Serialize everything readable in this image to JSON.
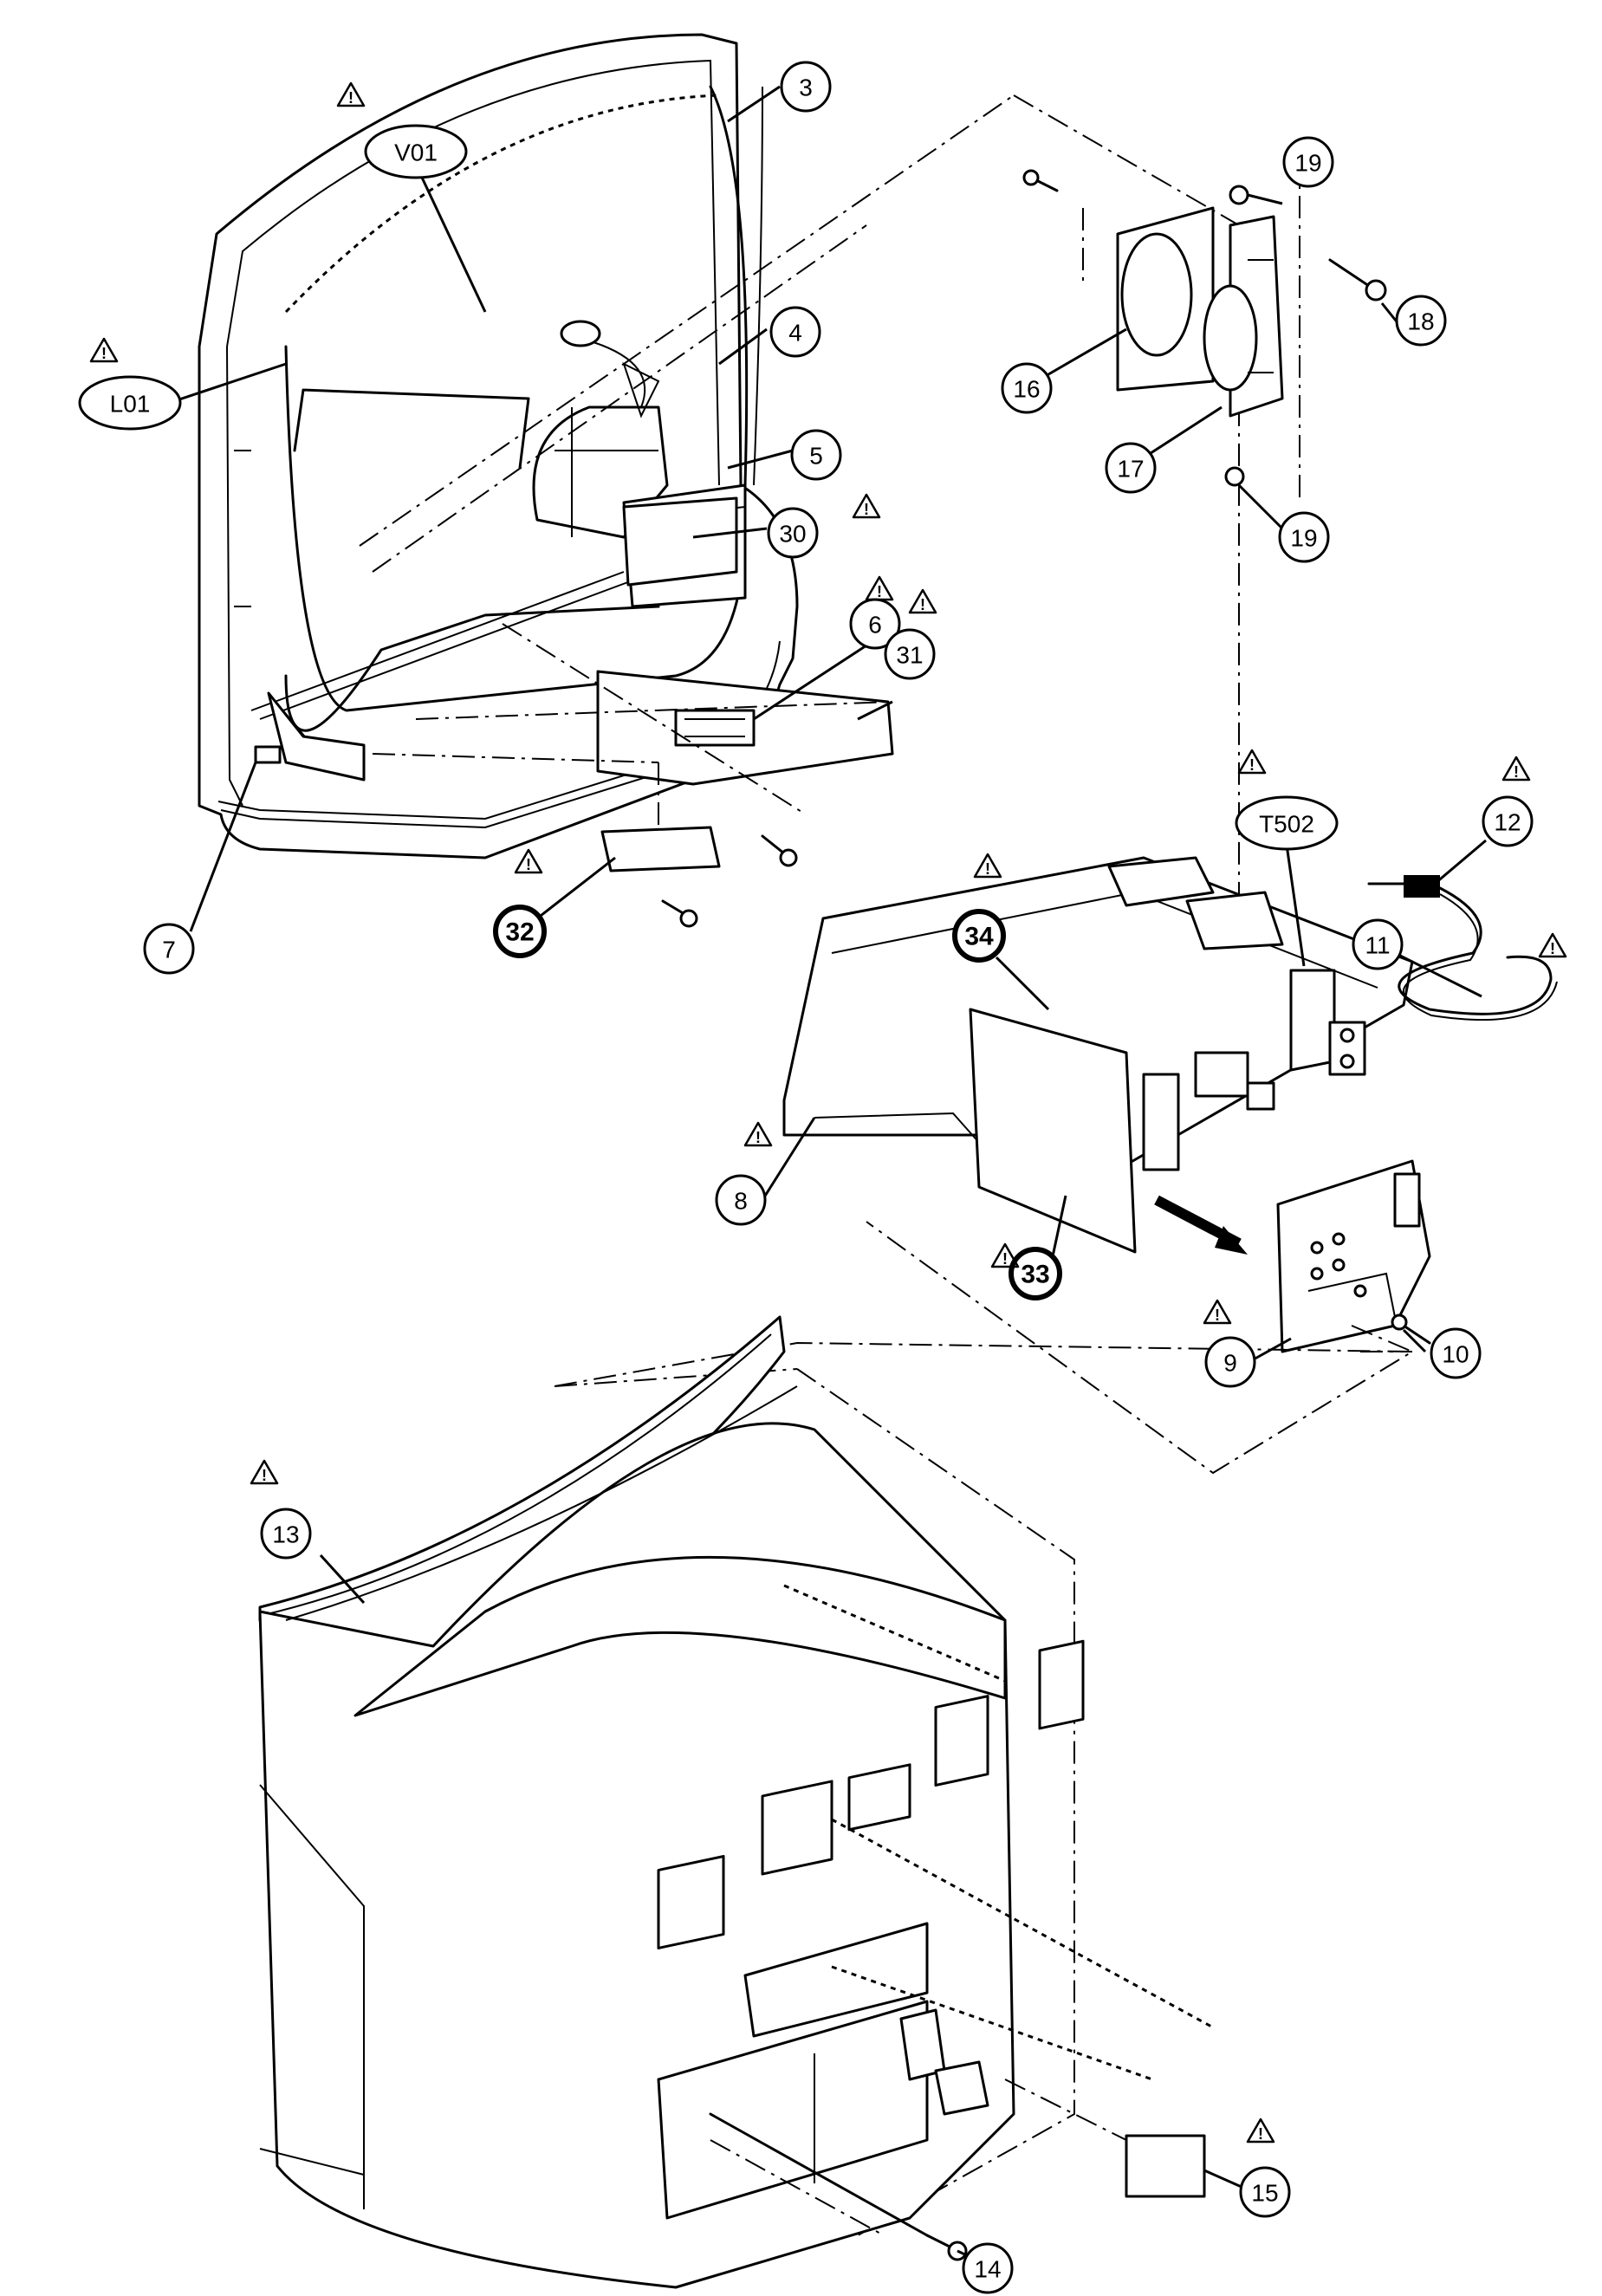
{
  "callouts": [
    {
      "id": "V01",
      "label": "V01"
    },
    {
      "id": "L01",
      "label": "L01"
    },
    {
      "id": "3",
      "label": "3"
    },
    {
      "id": "4",
      "label": "4"
    },
    {
      "id": "5",
      "label": "5"
    },
    {
      "id": "30",
      "label": "30"
    },
    {
      "id": "6",
      "label": "6"
    },
    {
      "id": "31",
      "label": "31"
    },
    {
      "id": "7",
      "label": "7"
    },
    {
      "id": "32",
      "label": "32"
    },
    {
      "id": "16",
      "label": "16"
    },
    {
      "id": "17",
      "label": "17"
    },
    {
      "id": "18",
      "label": "18"
    },
    {
      "id": "19a",
      "label": "19"
    },
    {
      "id": "19b",
      "label": "19"
    },
    {
      "id": "T502",
      "label": "T502"
    },
    {
      "id": "12",
      "label": "12"
    },
    {
      "id": "11",
      "label": "11"
    },
    {
      "id": "34",
      "label": "34"
    },
    {
      "id": "33",
      "label": "33"
    },
    {
      "id": "8",
      "label": "8"
    },
    {
      "id": "9",
      "label": "9"
    },
    {
      "id": "10",
      "label": "10"
    },
    {
      "id": "13",
      "label": "13"
    },
    {
      "id": "15",
      "label": "15"
    },
    {
      "id": "14",
      "label": "14"
    }
  ],
  "warning_symbol": "!",
  "icons": [
    "warning-triangle-icon",
    "screw-icon",
    "arrow-icon"
  ]
}
